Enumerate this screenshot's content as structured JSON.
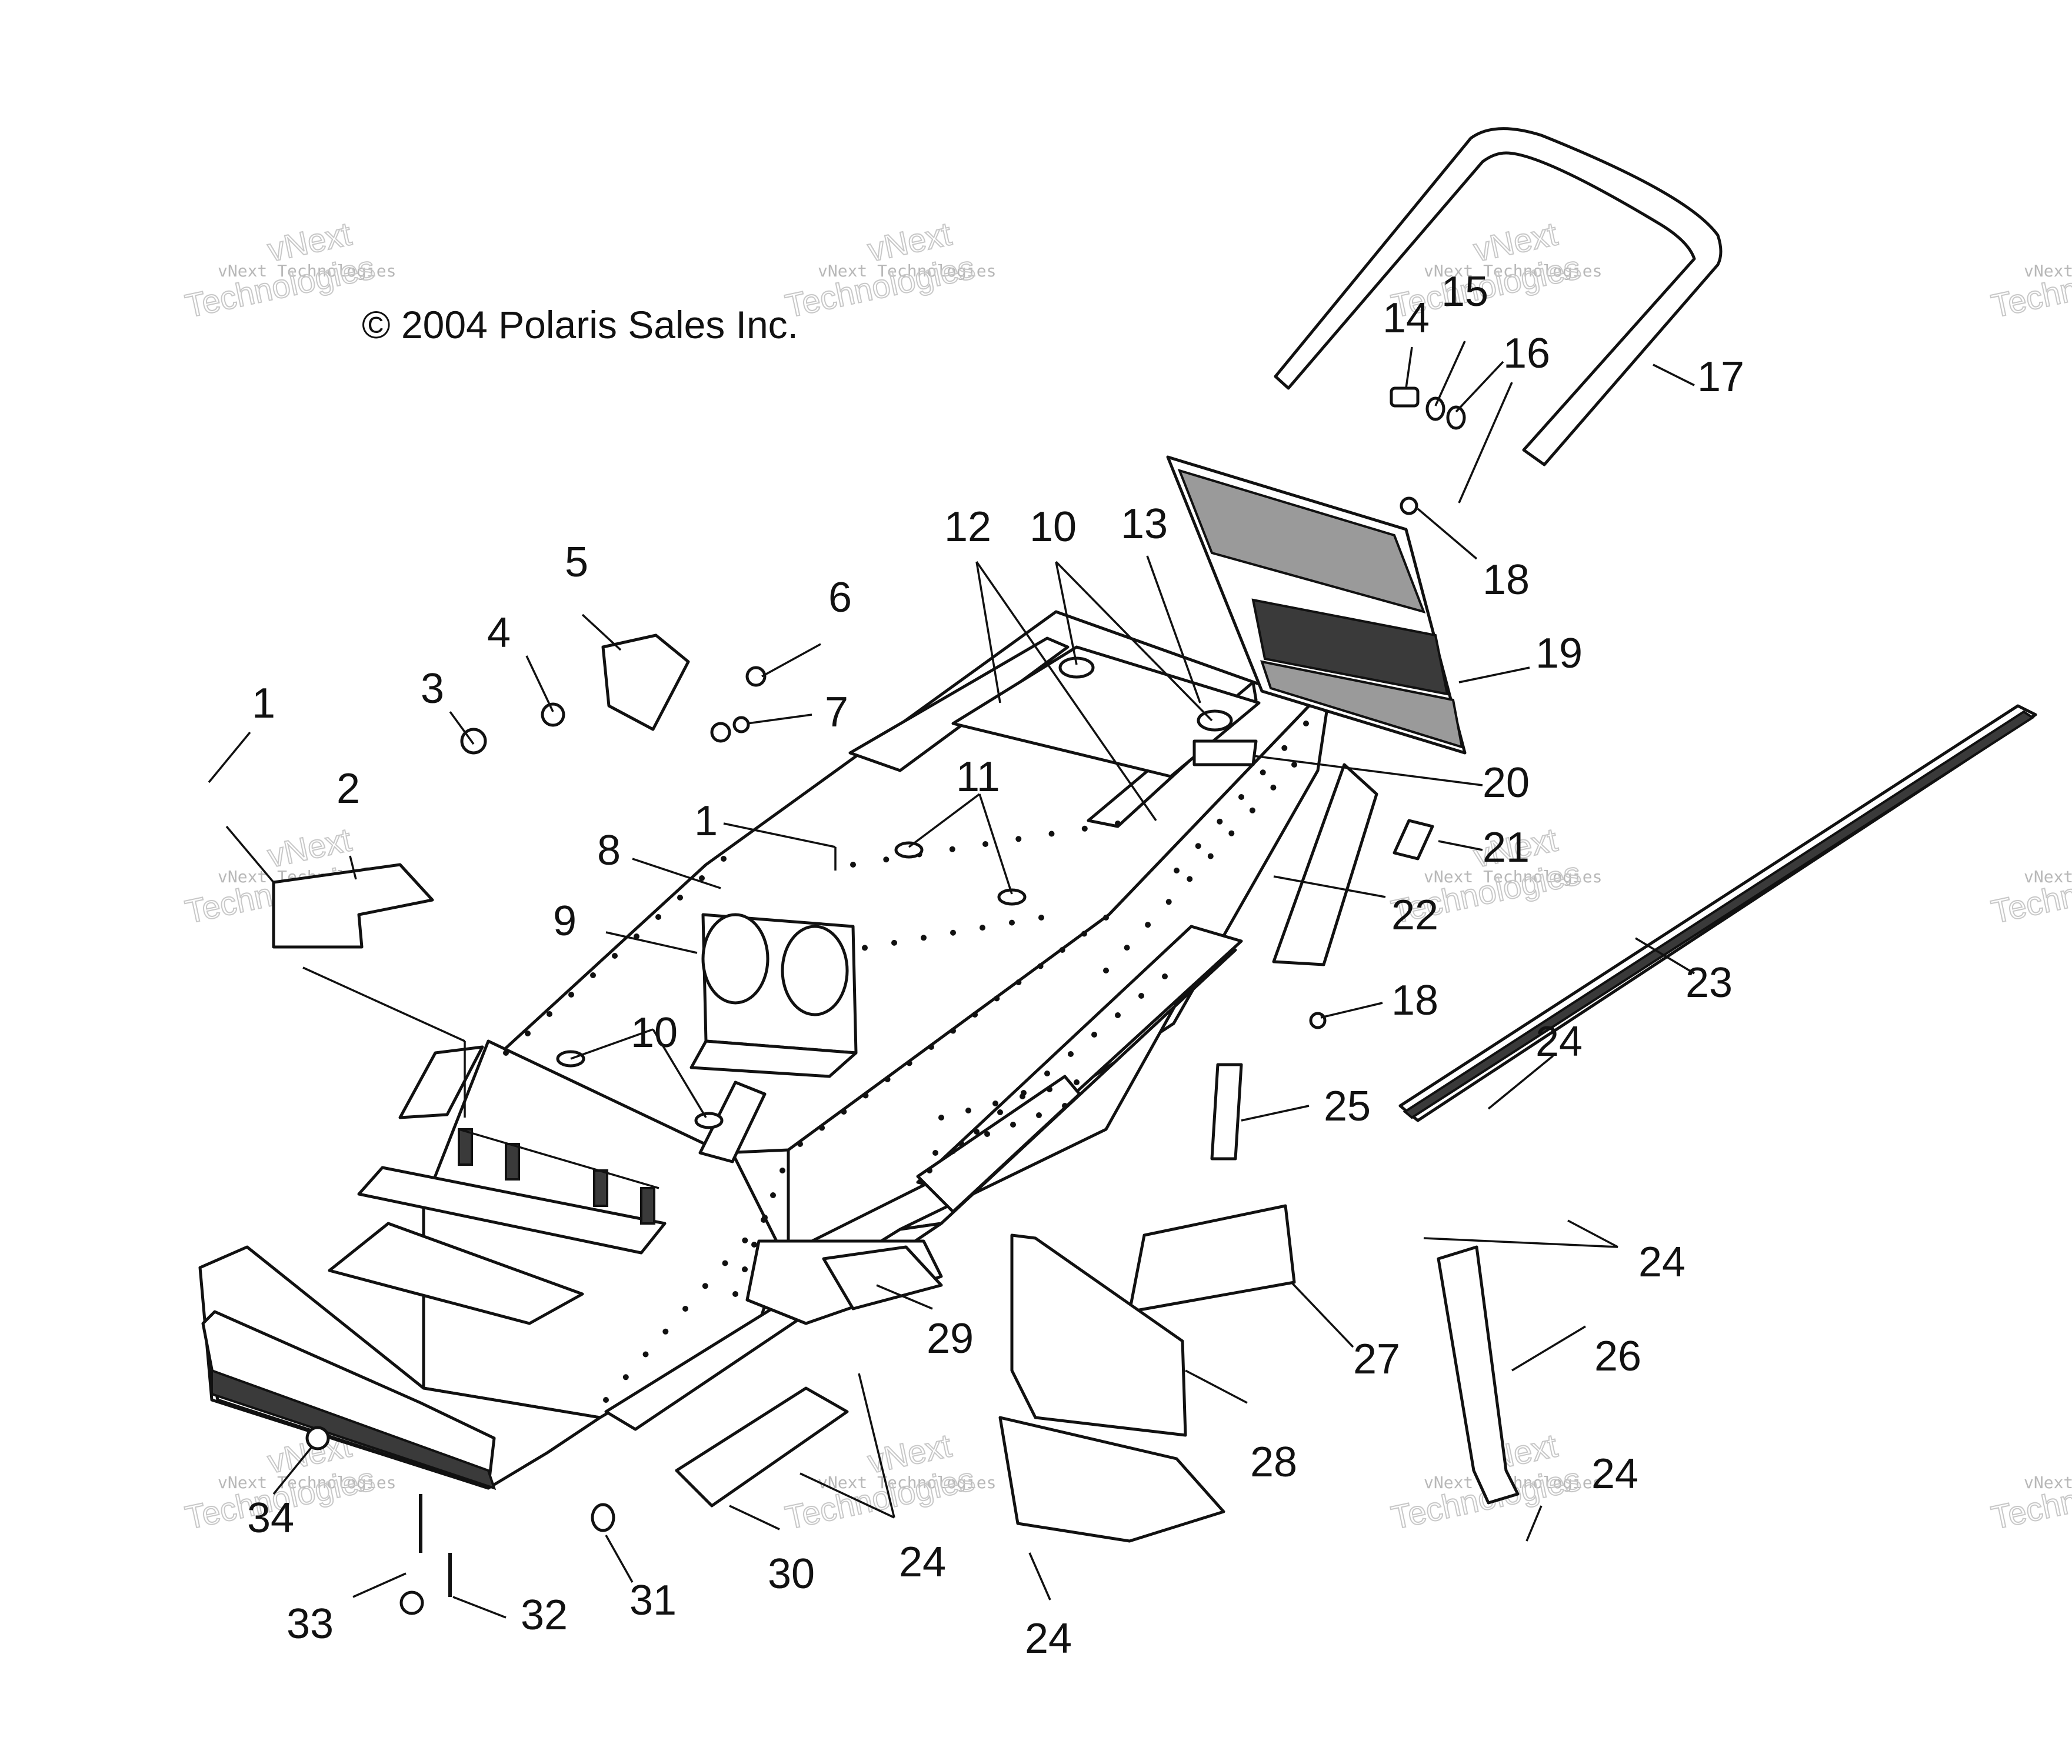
{
  "copyright": "© 2004 Polaris Sales Inc.",
  "watermark": {
    "small": "vNext Technologies",
    "big": "Technologies",
    "top": "vNext"
  },
  "callouts": [
    {
      "id": "c1a",
      "label": "1"
    },
    {
      "id": "c1b",
      "label": "1"
    },
    {
      "id": "c2",
      "label": "2"
    },
    {
      "id": "c3",
      "label": "3"
    },
    {
      "id": "c4",
      "label": "4"
    },
    {
      "id": "c5",
      "label": "5"
    },
    {
      "id": "c6",
      "label": "6"
    },
    {
      "id": "c7",
      "label": "7"
    },
    {
      "id": "c8",
      "label": "8"
    },
    {
      "id": "c9",
      "label": "9"
    },
    {
      "id": "c10a",
      "label": "10"
    },
    {
      "id": "c10b",
      "label": "10"
    },
    {
      "id": "c11",
      "label": "11"
    },
    {
      "id": "c12",
      "label": "12"
    },
    {
      "id": "c13",
      "label": "13"
    },
    {
      "id": "c14",
      "label": "14"
    },
    {
      "id": "c15",
      "label": "15"
    },
    {
      "id": "c16",
      "label": "16"
    },
    {
      "id": "c17",
      "label": "17"
    },
    {
      "id": "c18a",
      "label": "18"
    },
    {
      "id": "c18b",
      "label": "18"
    },
    {
      "id": "c19",
      "label": "19"
    },
    {
      "id": "c20",
      "label": "20"
    },
    {
      "id": "c21",
      "label": "21"
    },
    {
      "id": "c22",
      "label": "22"
    },
    {
      "id": "c23",
      "label": "23"
    },
    {
      "id": "c24a",
      "label": "24"
    },
    {
      "id": "c24b",
      "label": "24"
    },
    {
      "id": "c24c",
      "label": "24"
    },
    {
      "id": "c24d",
      "label": "24"
    },
    {
      "id": "c24e",
      "label": "24"
    },
    {
      "id": "c25",
      "label": "25"
    },
    {
      "id": "c26",
      "label": "26"
    },
    {
      "id": "c27",
      "label": "27"
    },
    {
      "id": "c28",
      "label": "28"
    },
    {
      "id": "c29",
      "label": "29"
    },
    {
      "id": "c30",
      "label": "30"
    },
    {
      "id": "c31",
      "label": "31"
    },
    {
      "id": "c32",
      "label": "32"
    },
    {
      "id": "c33",
      "label": "33"
    },
    {
      "id": "c34",
      "label": "34"
    }
  ]
}
